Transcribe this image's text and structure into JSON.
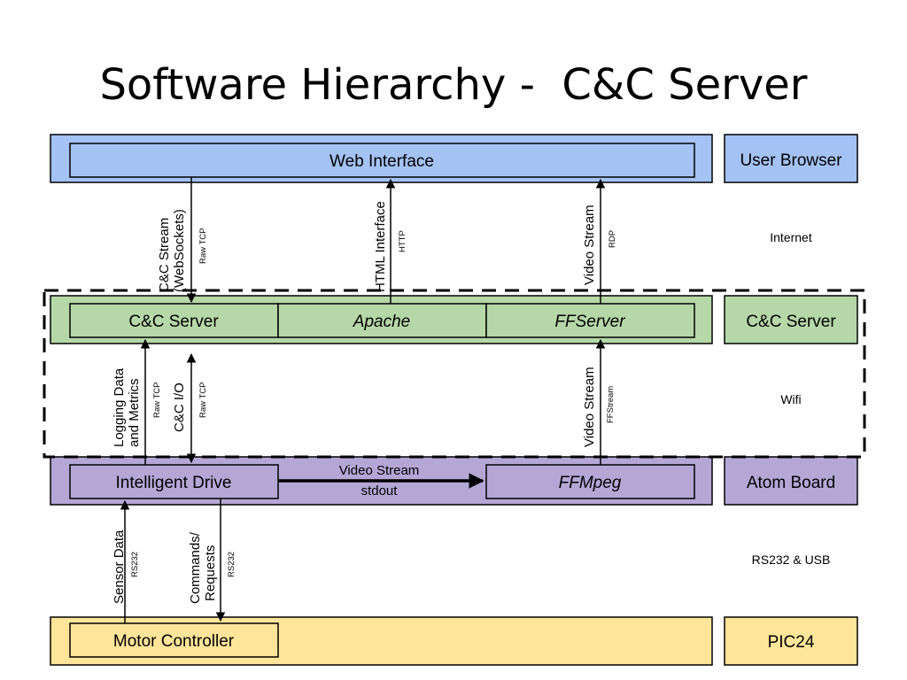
{
  "title": "Software Hierarchy -  C&C Server",
  "layers": {
    "browser": {
      "box": "Web Interface",
      "label": "User Browser",
      "fill": "#a4c2f4",
      "stroke": "#3d6fb8"
    },
    "server": {
      "boxes": [
        "C&C Server",
        "Apache",
        "FFServer"
      ],
      "label": "C&C Server",
      "fill": "#b6d7a8",
      "stroke": "#5a8a4a"
    },
    "atom": {
      "boxes": [
        "Intelligent Drive",
        "FFMpeg"
      ],
      "label": "Atom Board",
      "fill": "#b4a7d6",
      "stroke": "#5b4a8a"
    },
    "pic": {
      "box": "Motor Controller",
      "label": "PIC24",
      "fill": "#ffe599",
      "stroke": "#b8960a"
    }
  },
  "zones": {
    "internet": "Internet",
    "wifi": "Wifi",
    "rs232": "RS232 & USB"
  },
  "links": {
    "cc_stream": {
      "line1": "C&C Stream",
      "line2": "(WebSockets)",
      "proto": "Raw TCP"
    },
    "html_interface": {
      "label": "HTML Interface",
      "proto": "HTTP"
    },
    "video_rdp": {
      "label": "Video Stream",
      "proto": "RDP"
    },
    "logging": {
      "line1": "Logging Data",
      "line2": "and Metrics",
      "proto": "Raw TCP"
    },
    "cc_io": {
      "label": "C&C I/O",
      "proto": "Raw TCP"
    },
    "video_ffstream": {
      "label": "Video Stream",
      "proto": "FFStream"
    },
    "video_stdout": {
      "label": "Video Stream",
      "proto": "stdout"
    },
    "sensor": {
      "label": "Sensor Data",
      "proto": "RS232"
    },
    "commands": {
      "line1": "Commands/",
      "line2": "Requests",
      "proto": "RS232"
    }
  }
}
